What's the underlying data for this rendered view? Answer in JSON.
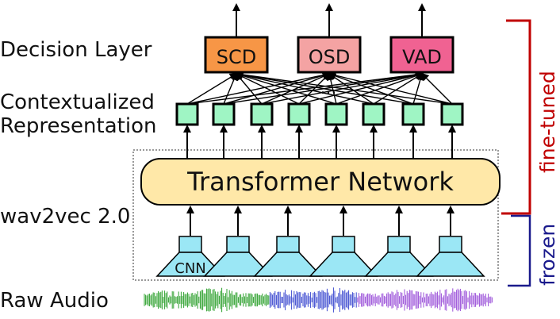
{
  "labels": {
    "decision_layer": "Decision Layer",
    "contextualized_line1": "Contextualized",
    "contextualized_line2": "Representation",
    "wav2vec": "wav2vec 2.0",
    "raw_audio": "Raw Audio"
  },
  "decision_boxes": [
    {
      "label": "SCD",
      "color": "#f79646"
    },
    {
      "label": "OSD",
      "color": "#f4a3a3"
    },
    {
      "label": "VAD",
      "color": "#f06292"
    }
  ],
  "transformer": {
    "label": "Transformer Network",
    "color": "#ffe8a8"
  },
  "context_node_color": "#9ff5c4",
  "ellipsis": "...",
  "cnn": {
    "label": "CNN",
    "color": "#9be7f5"
  },
  "brackets": {
    "fine_tuned": {
      "label": "fine-tuned",
      "color": "#c00000"
    },
    "frozen": {
      "label": "frozen",
      "color": "#1a1a8c"
    }
  },
  "waveform_colors": [
    "#2ca02c",
    "#3c4ad0",
    "#9a4fd8"
  ]
}
